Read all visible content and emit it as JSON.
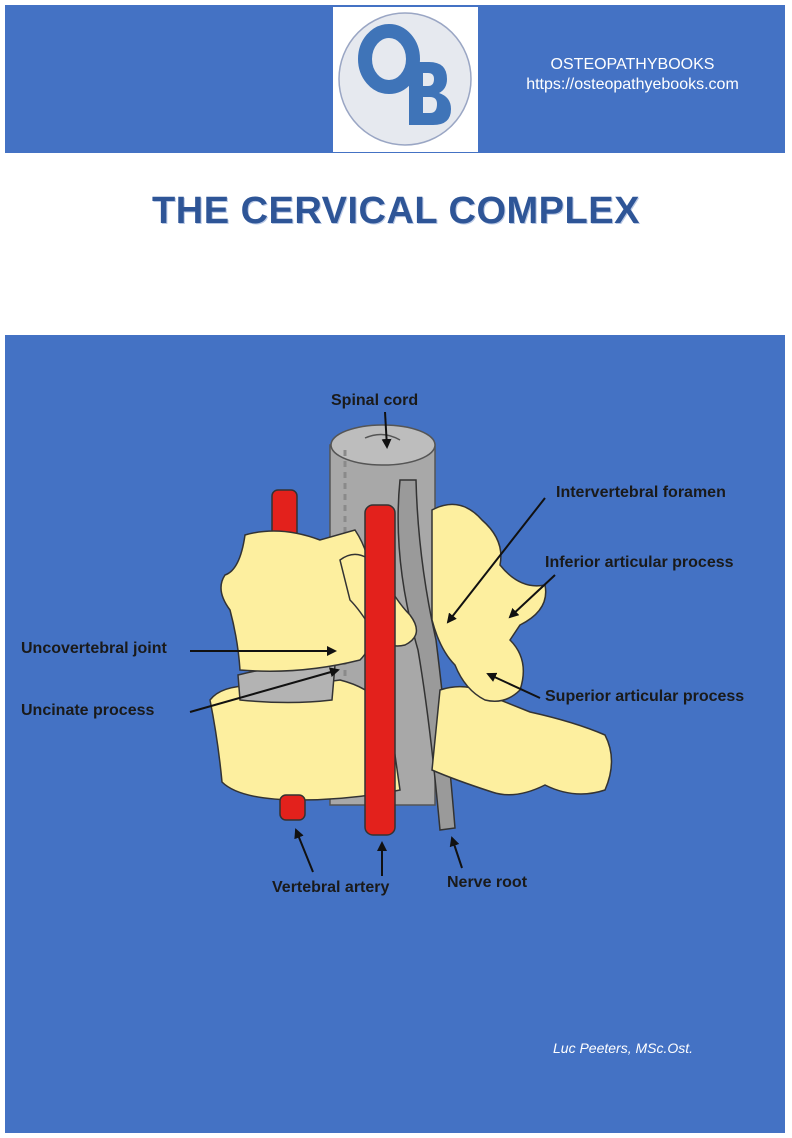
{
  "header": {
    "logo_letters": "OB",
    "publisher_name": "OSTEOPATHYBOOKS",
    "publisher_url": "https://osteopathyebooks.com"
  },
  "title": "THE CERVICAL COMPLEX",
  "illustration": {
    "labels": {
      "spinal_cord": "Spinal cord",
      "intervertebral_foramen": "Intervertebral foramen",
      "inferior_articular_process": "Inferior articular process",
      "uncovertebral_joint": "Uncovertebral joint",
      "uncinate_process": "Uncinate process",
      "superior_articular_process": "Superior articular process",
      "vertebral_artery": "Vertebral artery",
      "nerve_root": "Nerve root"
    }
  },
  "author": "Luc Peeters, MSc.Ost.",
  "colors": {
    "band_blue": "#4472c4",
    "title_blue": "#2e5597",
    "bone": "#fdef9f",
    "artery": "#e3211c",
    "cord": "#a8a8a8"
  }
}
